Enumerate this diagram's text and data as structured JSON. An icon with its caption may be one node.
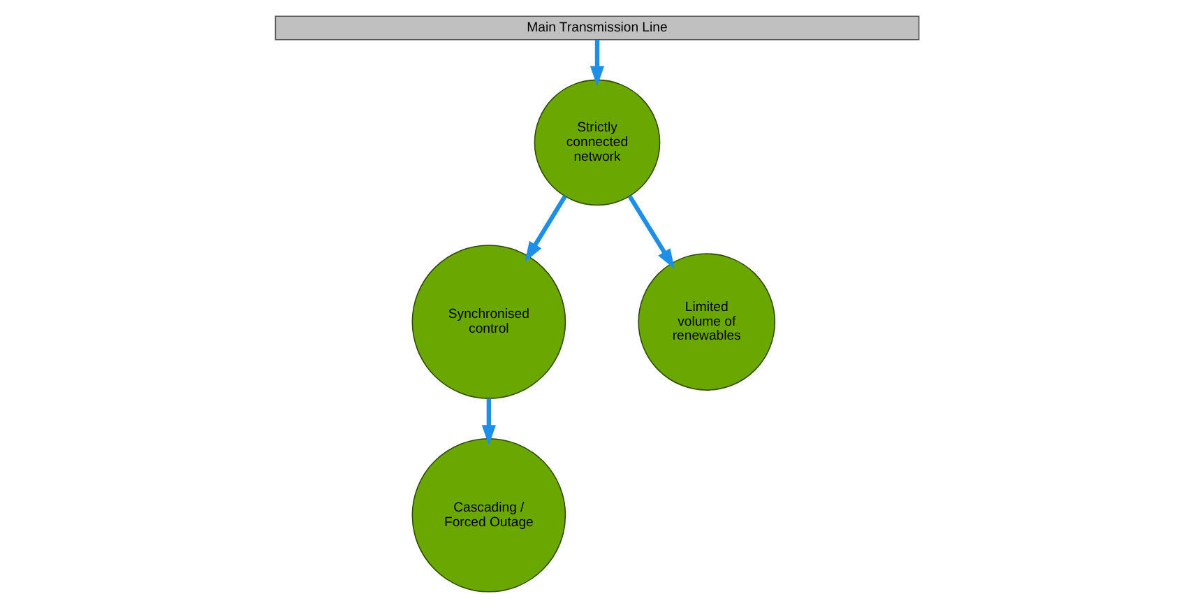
{
  "diagram": {
    "nodes": [
      {
        "text": [
          "Main Transmission Line"
        ]
      },
      {
        "text": [
          "Strictly connected network"
        ]
      },
      {
        "text": [
          "Synchronised control"
        ]
      },
      {
        "text": [
          "Limited volume of renewables"
        ]
      },
      {
        "text": [
          "Cascading / Forced Outage"
        ]
      }
    ],
    "edges": [
      {
        "from": 0,
        "to": 1,
        "arrow": "to"
      },
      {
        "from": 1,
        "to": 2,
        "arrow": "to"
      },
      {
        "from": 1,
        "to": 3,
        "arrow": "to"
      },
      {
        "from": 2,
        "to": 4,
        "arrow": "to"
      }
    ]
  }
}
